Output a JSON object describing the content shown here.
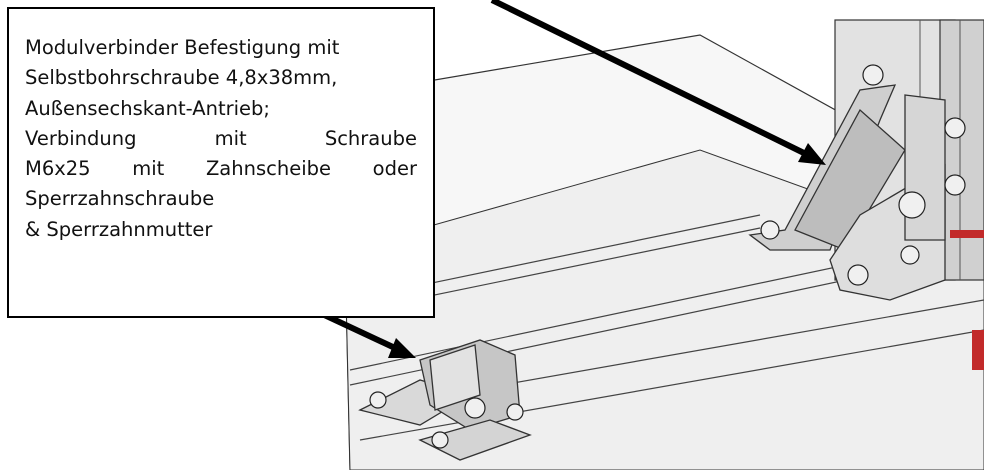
{
  "callout": {
    "lines": [
      "Modulverbinder Befestigung mit",
      "Selbstbohrschraube 4,8x38mm,",
      "Außensechskant-Antrieb;",
      "Verbindung mit Schraube",
      "M6x25 mit Zahnscheibe oder",
      "Sperrzahnschraube",
      "& Sperrzahnmutter"
    ]
  },
  "colors": {
    "frame": "#000000",
    "metal": "#c9c9c9",
    "metal_dark": "#9a9a9a",
    "rail": "#e6e6e6",
    "accent_red": "#c22a2a"
  }
}
